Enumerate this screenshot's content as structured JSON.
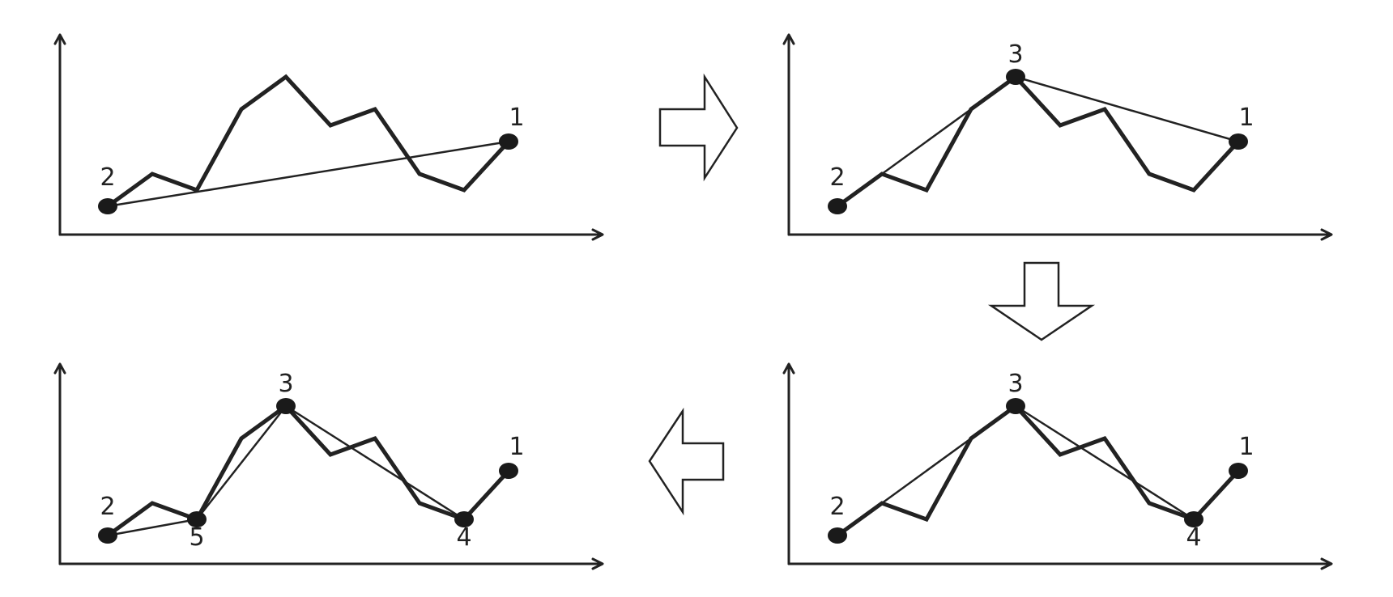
{
  "title": "",
  "panels": [
    {
      "id": "step-1",
      "polyline": [
        [
          0,
          1
        ],
        [
          1,
          3
        ],
        [
          2,
          2
        ],
        [
          3,
          7
        ],
        [
          4,
          9
        ],
        [
          5,
          6
        ],
        [
          6,
          7
        ],
        [
          7,
          3
        ],
        [
          8,
          2
        ],
        [
          9,
          5
        ]
      ],
      "key_points": [
        {
          "order": "1",
          "index": 9
        },
        {
          "order": "2",
          "index": 0
        }
      ],
      "approximation": [
        0,
        9
      ]
    },
    {
      "id": "step-2",
      "polyline": [
        [
          0,
          1
        ],
        [
          1,
          3
        ],
        [
          2,
          2
        ],
        [
          3,
          7
        ],
        [
          4,
          9
        ],
        [
          5,
          6
        ],
        [
          6,
          7
        ],
        [
          7,
          3
        ],
        [
          8,
          2
        ],
        [
          9,
          5
        ]
      ],
      "key_points": [
        {
          "order": "1",
          "index": 9
        },
        {
          "order": "2",
          "index": 0
        },
        {
          "order": "3",
          "index": 4
        }
      ],
      "approximation": [
        0,
        4,
        9
      ]
    },
    {
      "id": "step-3",
      "polyline": [
        [
          0,
          1
        ],
        [
          1,
          3
        ],
        [
          2,
          2
        ],
        [
          3,
          7
        ],
        [
          4,
          9
        ],
        [
          5,
          6
        ],
        [
          6,
          7
        ],
        [
          7,
          3
        ],
        [
          8,
          2
        ],
        [
          9,
          5
        ]
      ],
      "key_points": [
        {
          "order": "1",
          "index": 9
        },
        {
          "order": "2",
          "index": 0
        },
        {
          "order": "3",
          "index": 4
        },
        {
          "order": "4",
          "index": 8
        }
      ],
      "approximation": [
        0,
        4,
        8,
        9
      ]
    },
    {
      "id": "step-4",
      "polyline": [
        [
          0,
          1
        ],
        [
          1,
          3
        ],
        [
          2,
          2
        ],
        [
          3,
          7
        ],
        [
          4,
          9
        ],
        [
          5,
          6
        ],
        [
          6,
          7
        ],
        [
          7,
          3
        ],
        [
          8,
          2
        ],
        [
          9,
          5
        ]
      ],
      "key_points": [
        {
          "order": "1",
          "index": 9
        },
        {
          "order": "2",
          "index": 0
        },
        {
          "order": "3",
          "index": 4
        },
        {
          "order": "4",
          "index": 8
        },
        {
          "order": "5",
          "index": 2
        }
      ],
      "approximation": [
        0,
        2,
        4,
        8,
        9
      ]
    }
  ],
  "flow": [
    {
      "from": "step-1",
      "to": "step-2",
      "direction": "right"
    },
    {
      "from": "step-2",
      "to": "step-3",
      "direction": "down"
    },
    {
      "from": "step-3",
      "to": "step-4",
      "direction": "left"
    }
  ]
}
